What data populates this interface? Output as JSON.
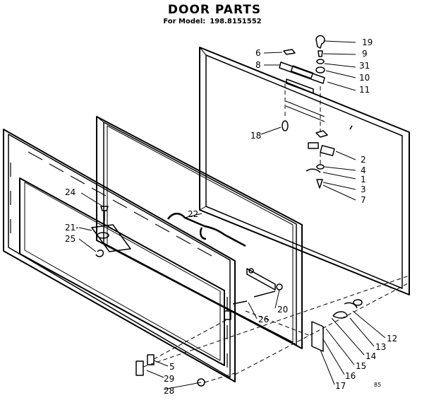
{
  "title": "DOOR PARTS",
  "model_label": "For Model:",
  "model_number": "198.8151552",
  "corner_mark": "85",
  "callouts": [
    "19",
    "9",
    "31",
    "10",
    "11",
    "6",
    "8",
    "18",
    "2",
    "4",
    "1",
    "3",
    "7",
    "24",
    "22",
    "21-",
    "25",
    "20",
    "26",
    "12",
    "13",
    "14",
    "15",
    "16",
    "17",
    "5",
    "29",
    "28"
  ]
}
